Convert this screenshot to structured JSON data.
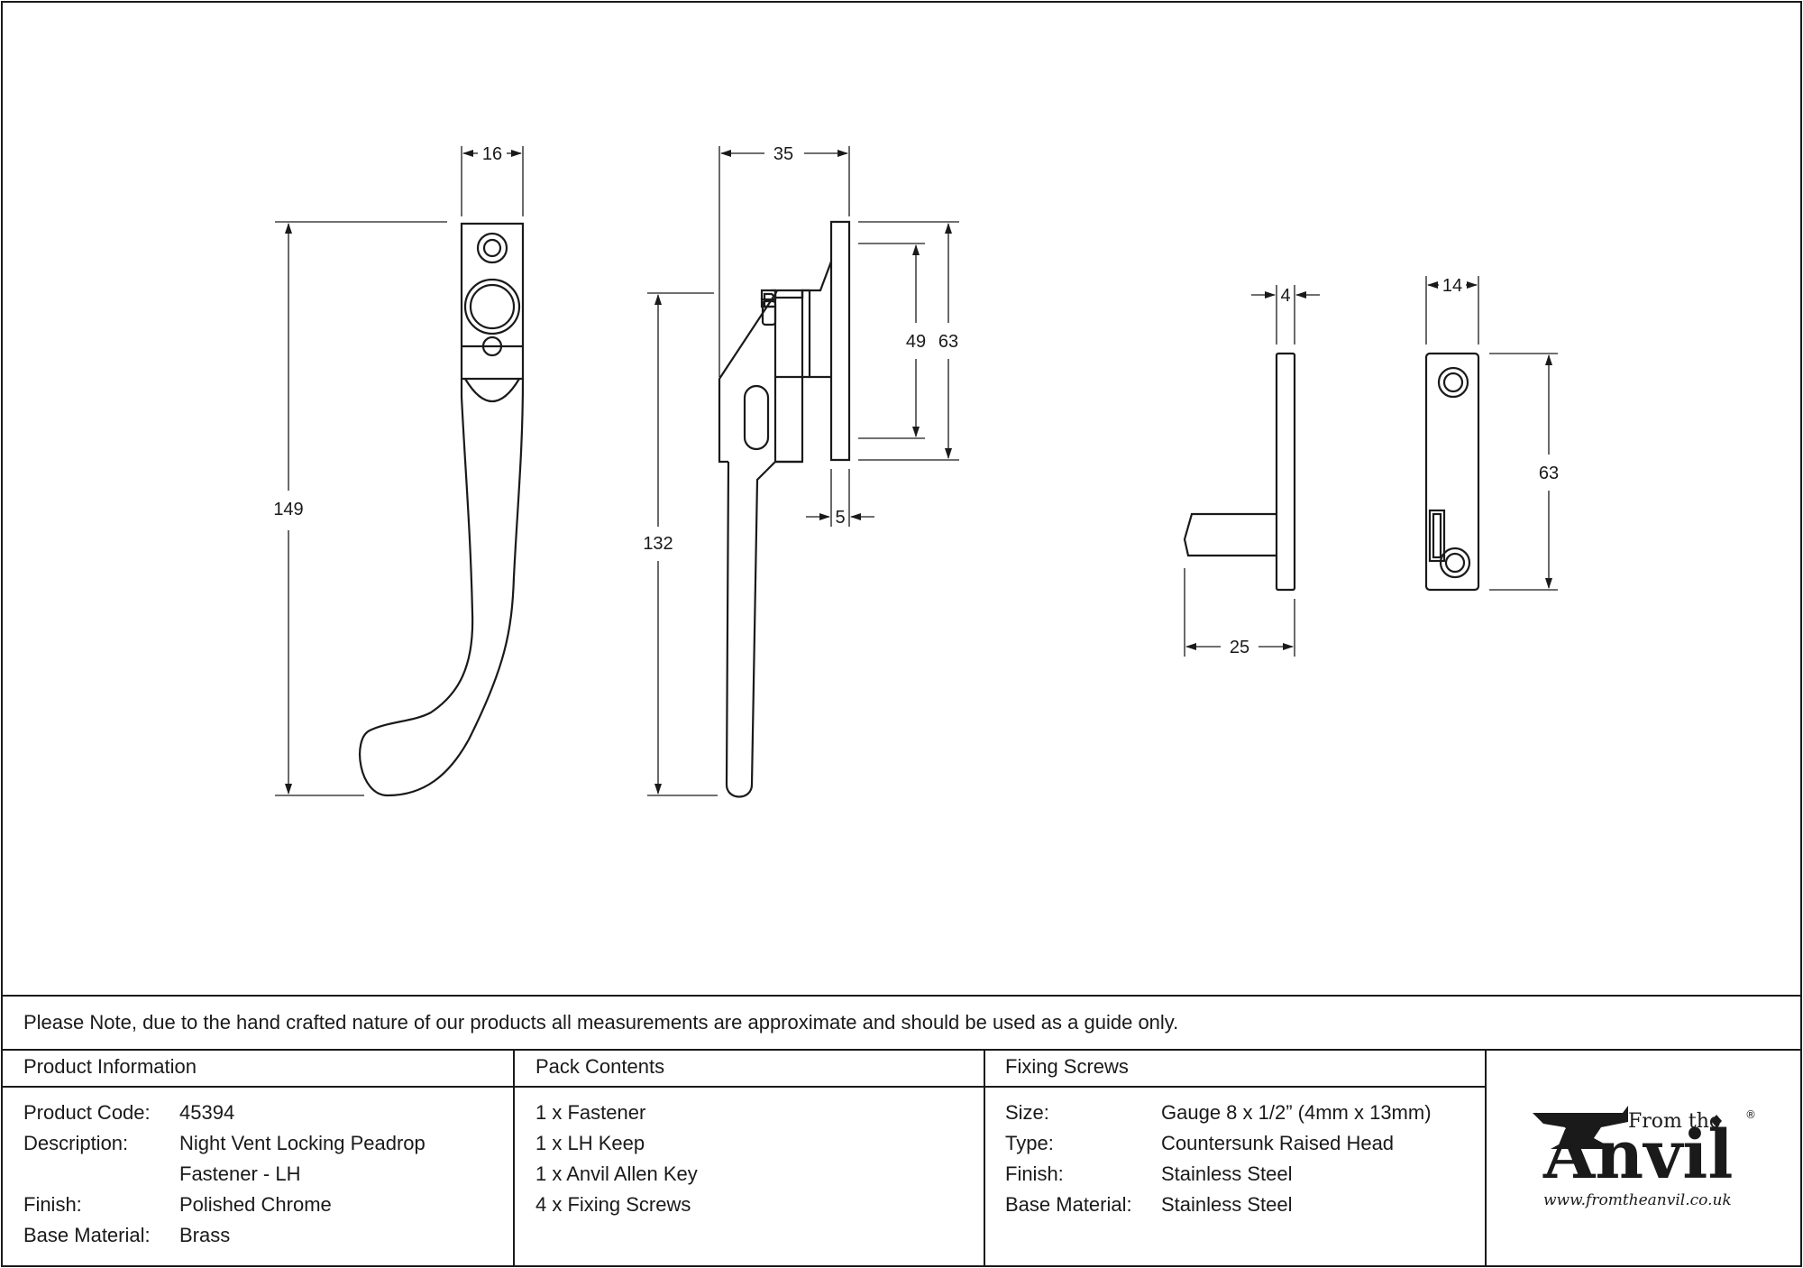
{
  "drawing": {
    "handle_front": {
      "width": "16",
      "height": "149"
    },
    "handle_side": {
      "depth": "35",
      "height": "132",
      "plate_height": "63",
      "slot_height": "49",
      "plate_thickness": "5"
    },
    "keep_side": {
      "thickness": "4",
      "projection": "25"
    },
    "keep_front": {
      "width": "14",
      "height": "63"
    }
  },
  "note": "Please Note, due to the hand crafted nature of our products all measurements are approximate and should be used as a guide only.",
  "product_info": {
    "header": "Product Information",
    "rows": [
      {
        "label": "Product Code:",
        "value": "45394"
      },
      {
        "label": "Description:",
        "value": "Night Vent Locking Peadrop"
      },
      {
        "label": "",
        "value": "Fastener - LH"
      },
      {
        "label": "Finish:",
        "value": "Polished Chrome"
      },
      {
        "label": "Base Material:",
        "value": "Brass"
      }
    ]
  },
  "pack_contents": {
    "header": "Pack Contents",
    "items": [
      "1 x Fastener",
      "1 x LH Keep",
      "1 x Anvil Allen Key",
      "4 x Fixing Screws"
    ]
  },
  "fixing_screws": {
    "header": "Fixing Screws",
    "rows": [
      {
        "label": "Size:",
        "value": "Gauge 8 x 1/2” (4mm x 13mm)"
      },
      {
        "label": "Type:",
        "value": "Countersunk Raised Head"
      },
      {
        "label": "Finish:",
        "value": "Stainless Steel"
      },
      {
        "label": "Base Material:",
        "value": "Stainless Steel"
      }
    ]
  },
  "logo": {
    "from_the": "From the",
    "word": "Anvil",
    "registered": "®",
    "url": "www.fromtheanvil.co.uk"
  }
}
